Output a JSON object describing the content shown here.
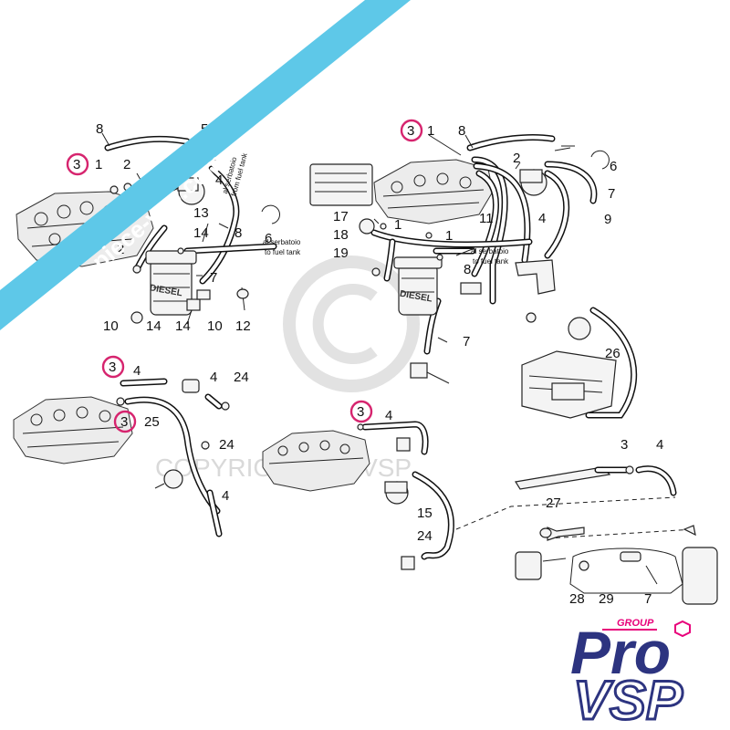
{
  "banner": {
    "text": "pro-piece-vsp.com",
    "color": "#5ec8e8"
  },
  "watermark": {
    "text": "COPYRIGHT Pro VSP"
  },
  "logo": {
    "group": "GROUP",
    "pro": "Pro",
    "vsp": "VSP",
    "primary_color": "#2d3480",
    "accent_color": "#e8007a"
  },
  "highlight_color": "#d6246e",
  "labels": {
    "tl_8": "8",
    "tl_5": "5",
    "tl_3": "3",
    "tl_1": "1",
    "tl_2a": "2",
    "tl_4a": "4",
    "tl_4b": "4",
    "tl_13": "13",
    "tl_14a": "14",
    "tl_8b": "8",
    "tl_6": "6",
    "tl_2b": "2",
    "tl_7": "7",
    "tl_10a": "10",
    "tl_14b": "14",
    "tl_14c": "14",
    "tl_10b": "10",
    "tl_12": "12",
    "tr_3": "3",
    "tr_1a": "1",
    "tr_8a": "8",
    "tr_2": "2",
    "tr_6": "6",
    "tr_7a": "7",
    "tr_9": "9",
    "tr_11": "11",
    "tr_4": "4",
    "tr_17": "17",
    "tr_1b": "1",
    "tr_18": "18",
    "tr_1c": "1",
    "tr_19": "19",
    "tr_8b": "8",
    "tr_7b": "7",
    "tr_26": "26",
    "ml_3a": "3",
    "ml_4a": "4",
    "ml_4b": "4",
    "ml_24a": "24",
    "ml_3b": "3",
    "ml_25": "25",
    "ml_24b": "24",
    "ml_4c": "4",
    "mc_3": "3",
    "mc_4": "4",
    "mc_15": "15",
    "mc_24": "24",
    "br_3": "3",
    "br_4": "4",
    "br_27": "27",
    "br_28": "28",
    "br_29": "29",
    "br_7": "7"
  },
  "notes": {
    "tl_from_tank_1": "al serbatoio",
    "tl_from_tank_2": "from fuel tank",
    "tl_to_tank_1": "al serbatoio",
    "tl_to_tank_2": "to fuel tank",
    "tr_to_tank_1": "al serbatoio",
    "tr_to_tank_2": "to fuel tank",
    "filter_1": "DIESEL",
    "filter_2": "DIESEL"
  }
}
